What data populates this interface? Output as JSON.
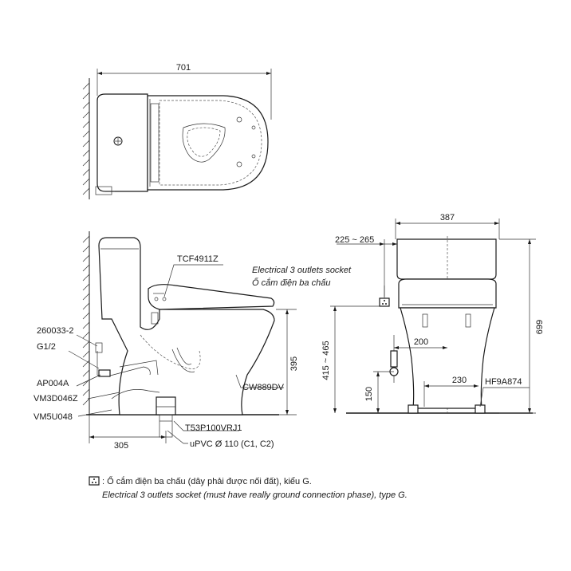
{
  "dimensions": {
    "top_width": "701",
    "side_depth": "305",
    "side_seat_height": "395",
    "front_width": "387",
    "front_total_height": "699",
    "socket_offset": "225 ~ 265",
    "socket_height": "415 ~ 465",
    "front_200": "200",
    "front_230": "230",
    "front_150": "150"
  },
  "parts": {
    "seat": "TCF4911Z",
    "valve": "260033-2",
    "thread": "G1/2",
    "ap": "AP004A",
    "vm3": "VM3D046Z",
    "vm5": "VM5U048",
    "t53": "T53P100VRJ1",
    "pipe": "uPVC Ø 110 (C1, C2)",
    "bowl": "CW889DV",
    "hf": "HF9A874"
  },
  "socket_label": {
    "en": "Electrical 3 outlets socket",
    "vi": "Ổ cắm điện ba chấu"
  },
  "legend": {
    "symbol": "socket-symbol",
    "vi": ": Ổ cắm điện ba chấu (dây phải được nối đất), kiểu G.",
    "en": "Electrical 3 outlets socket (must have really ground connection phase), type G."
  }
}
